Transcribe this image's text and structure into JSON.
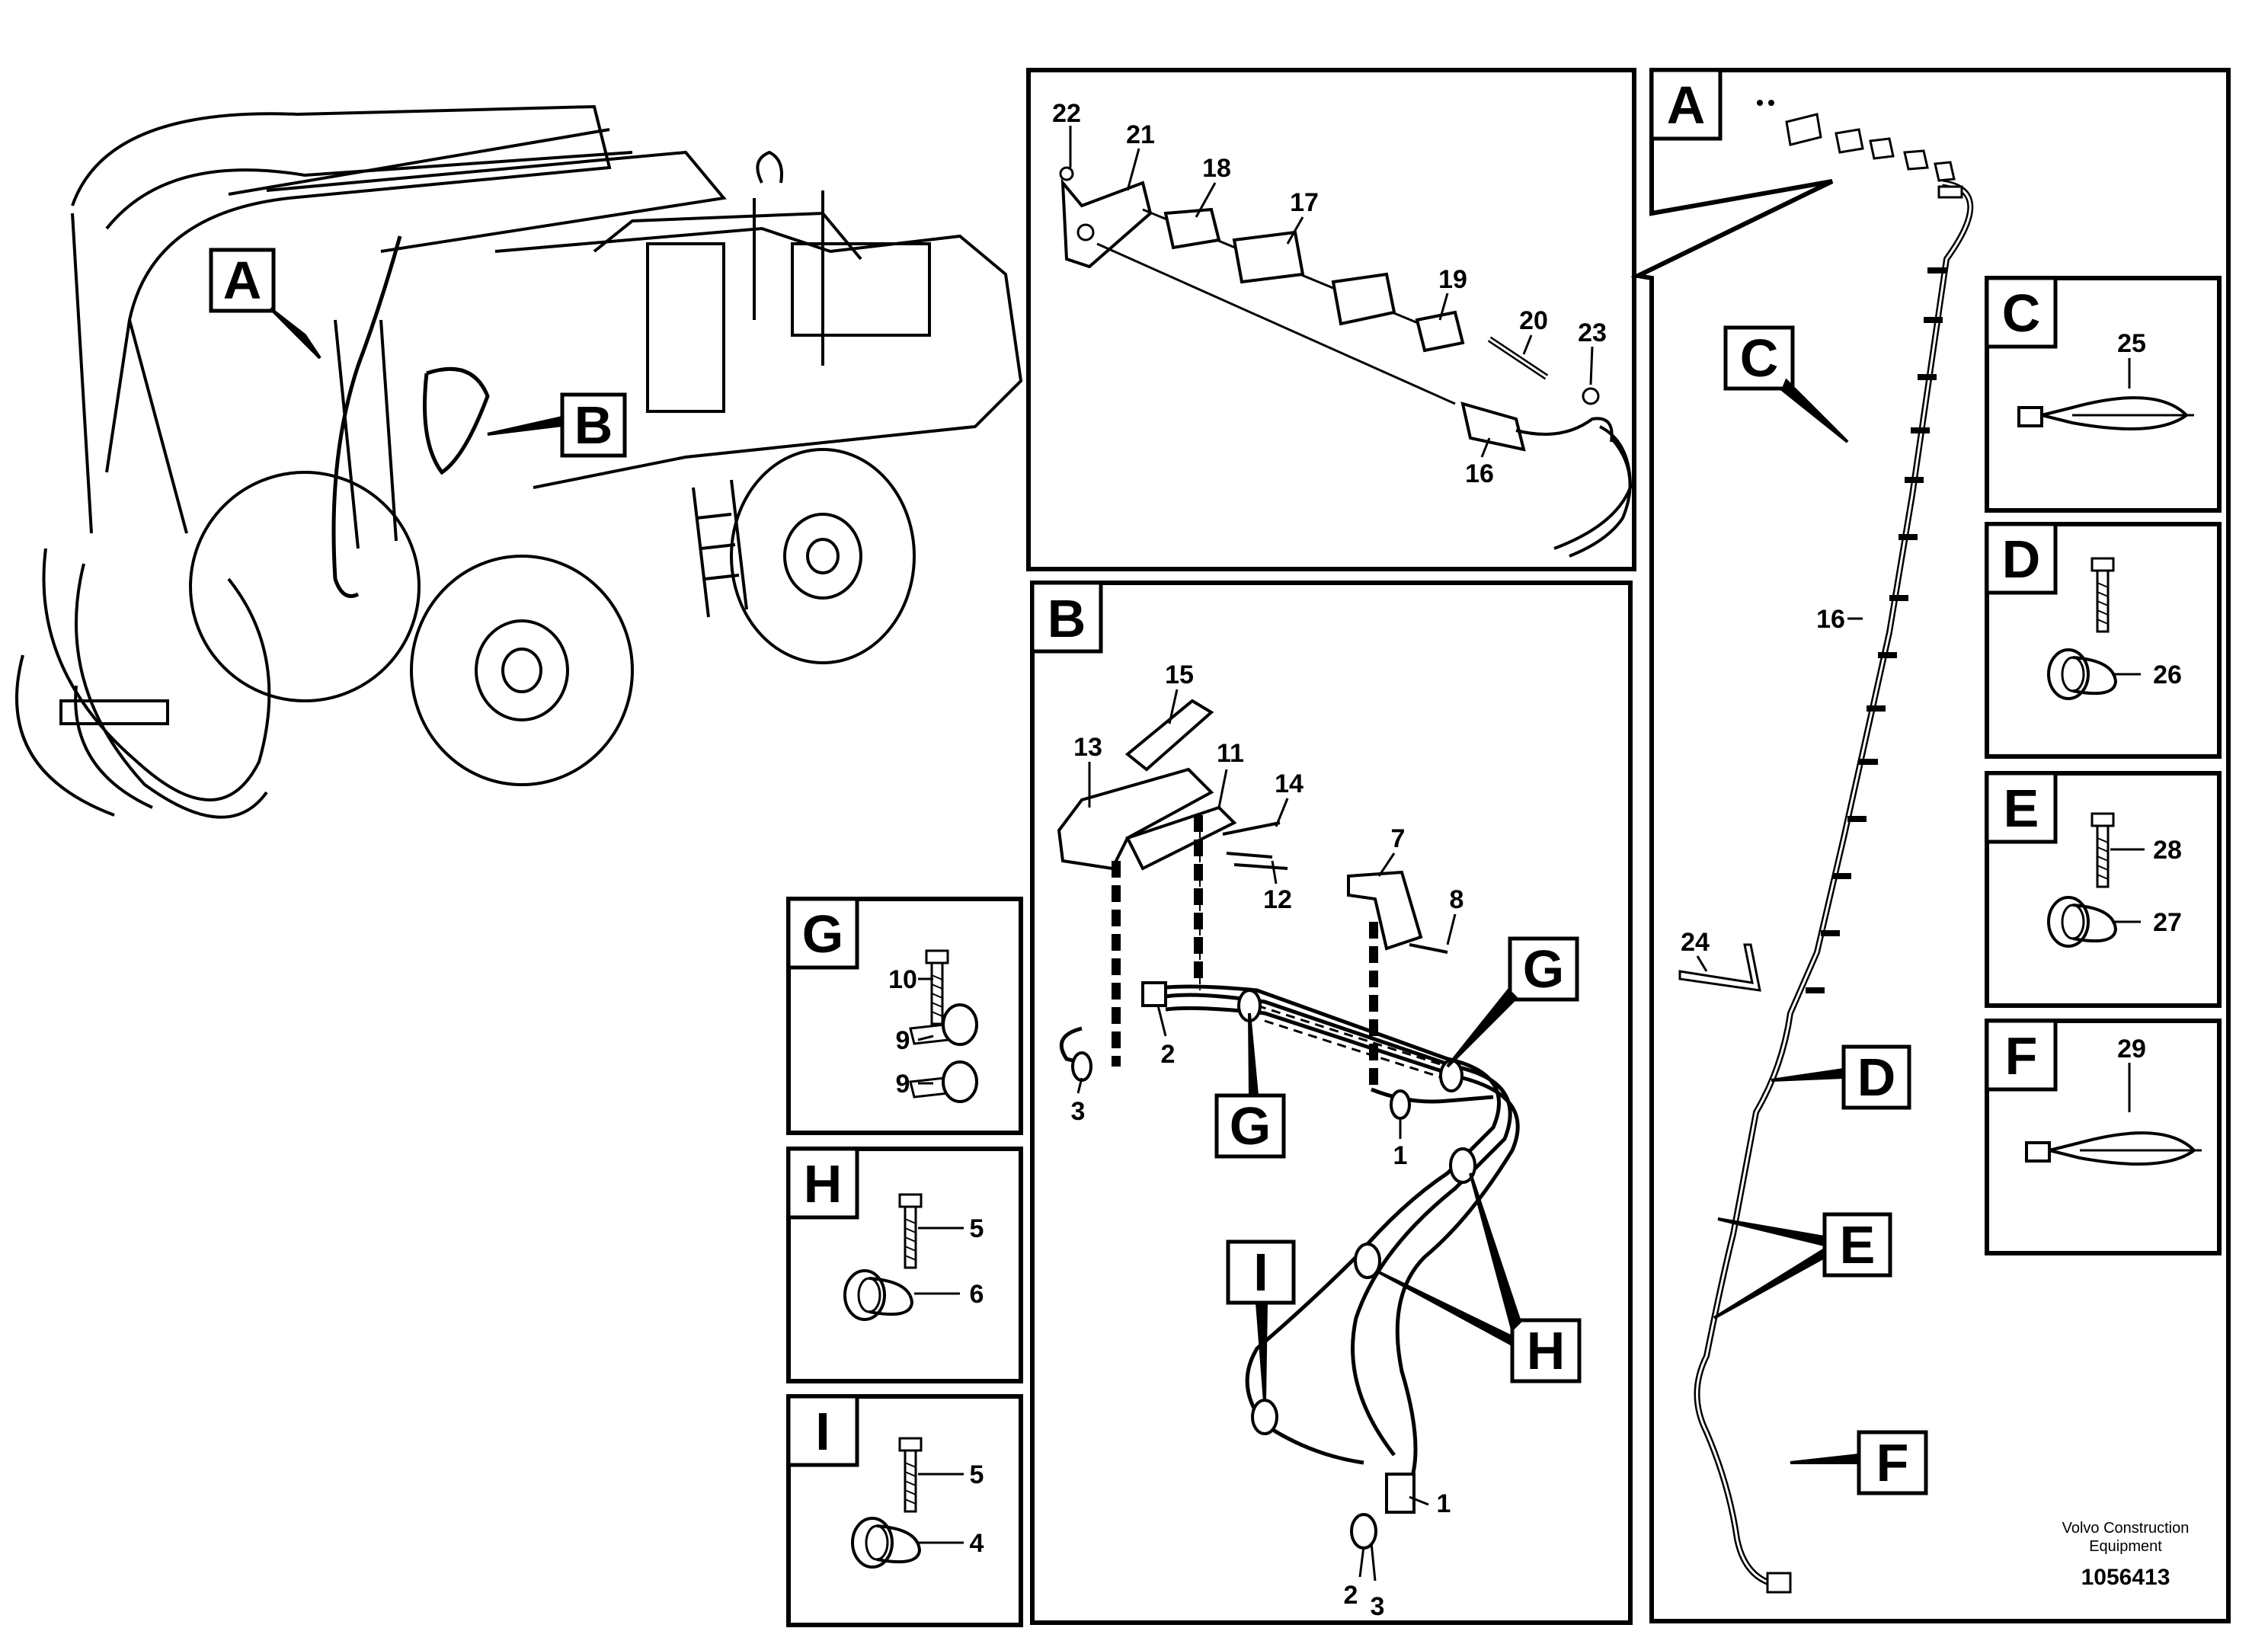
{
  "callouts": {
    "A": "A",
    "B": "B",
    "C": "C",
    "D": "D",
    "E": "E",
    "F": "F",
    "G": "G",
    "H": "H",
    "I": "I"
  },
  "part_numbers": {
    "p1": "1",
    "p2": "2",
    "p3": "3",
    "p4": "4",
    "p5": "5",
    "p6": "6",
    "p7": "7",
    "p8": "8",
    "p9": "9",
    "p10": "10",
    "p11": "11",
    "p12": "12",
    "p13": "13",
    "p14": "14",
    "p15": "15",
    "p16": "16",
    "p17": "17",
    "p18": "18",
    "p19": "19",
    "p20": "20",
    "p21": "21",
    "p22": "22",
    "p23": "23",
    "p24": "24",
    "p25": "25",
    "p26": "26",
    "p27": "27",
    "p28": "28",
    "p29": "29"
  },
  "footer": {
    "company_line1": "Volvo Construction",
    "company_line2": "Equipment",
    "drawing_number": "1056413"
  }
}
